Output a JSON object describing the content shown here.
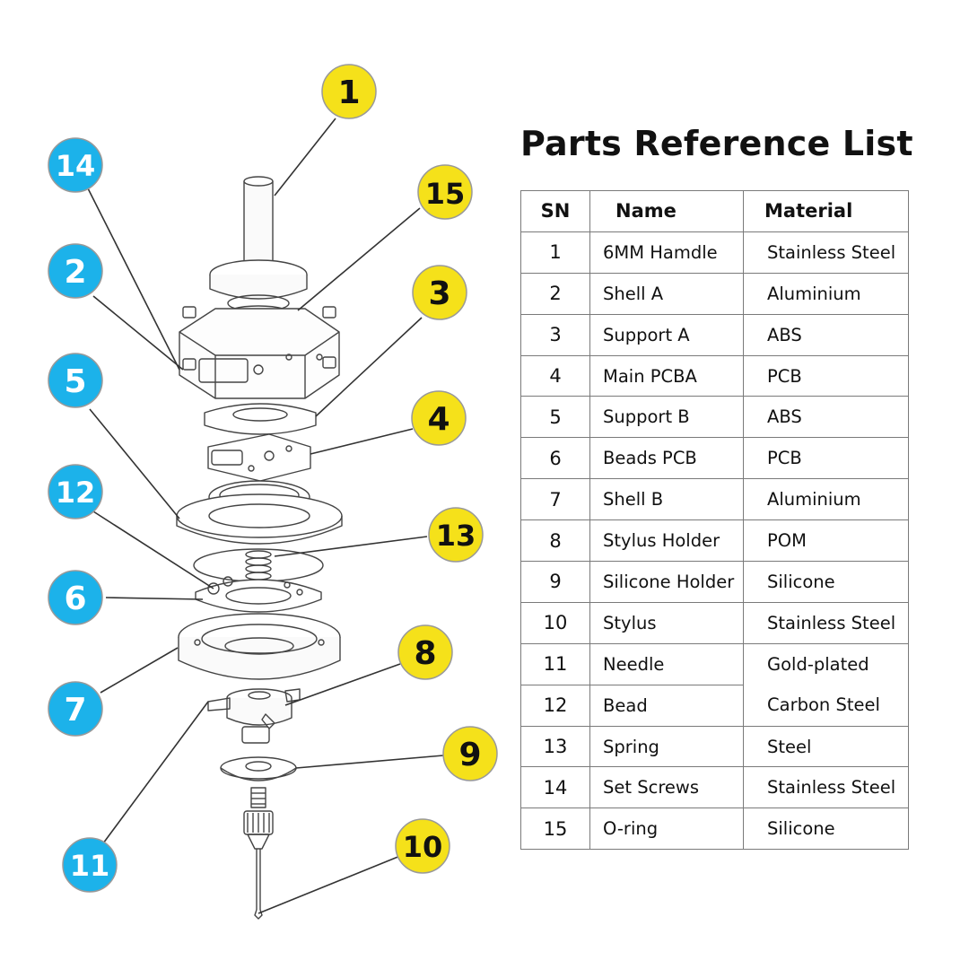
{
  "title": "Parts Reference List",
  "table": {
    "headers": {
      "sn": "SN",
      "name": "Name",
      "material": "Material"
    },
    "rows": [
      {
        "sn": "1",
        "name": "6MM Hamdle",
        "material": "Stainless Steel"
      },
      {
        "sn": "2",
        "name": "Shell A",
        "material": "Aluminium"
      },
      {
        "sn": "3",
        "name": "Support A",
        "material": "ABS"
      },
      {
        "sn": "4",
        "name": "Main PCBA",
        "material": "PCB"
      },
      {
        "sn": "5",
        "name": "Support B",
        "material": "ABS"
      },
      {
        "sn": "6",
        "name": "Beads PCB",
        "material": "PCB"
      },
      {
        "sn": "7",
        "name": "Shell B",
        "material": "Aluminium"
      },
      {
        "sn": "8",
        "name": "Stylus Holder",
        "material": "POM"
      },
      {
        "sn": "9",
        "name": "Silicone Holder",
        "material": "Silicone"
      },
      {
        "sn": "10",
        "name": "Stylus",
        "material": "Stainless Steel"
      },
      {
        "sn": "11",
        "name": "Needle",
        "material": "Gold-plated"
      },
      {
        "sn": "12",
        "name": "Bead",
        "material": "Carbon Steel"
      },
      {
        "sn": "13",
        "name": "Spring",
        "material": "Steel"
      },
      {
        "sn": "14",
        "name": "Set Screws",
        "material": "Stainless Steel"
      },
      {
        "sn": "15",
        "name": "O-ring",
        "material": "Silicone"
      }
    ]
  },
  "callouts": {
    "c1": "1",
    "c2": "2",
    "c3": "3",
    "c4": "4",
    "c5": "5",
    "c6": "6",
    "c7": "7",
    "c8": "8",
    "c9": "9",
    "c10": "10",
    "c11": "11",
    "c12": "12",
    "c13": "13",
    "c14": "14",
    "c15": "15"
  },
  "colors": {
    "yellow_callout": "#F5E11A",
    "blue_callout": "#1CB2EA",
    "line": "#333333"
  }
}
